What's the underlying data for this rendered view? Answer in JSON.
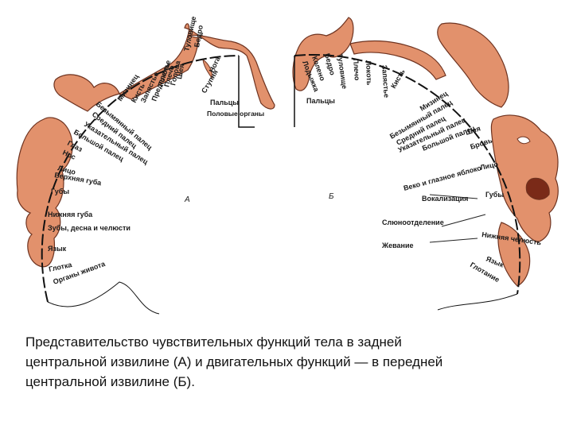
{
  "left_hemisphere": {
    "letter": "А",
    "labels": [
      "Бедро",
      "Туловище",
      "Шея",
      "Голова",
      "Плечо",
      "Локоть",
      "Предплечье",
      "Запястье",
      "Кисть",
      "Мизинец",
      "Безымянный палец",
      "Средний палец",
      "Указательный палец",
      "Большой палец",
      "Глаз",
      "Нос",
      "Лицо",
      "Верхняя губа",
      "Губы",
      "Нижняя губа",
      "Зубы, десна и челюсти",
      "Язык",
      "Глотка",
      "Органы живота",
      "Нога",
      "Ступня",
      "Пальцы",
      "Половые органы"
    ]
  },
  "right_hemisphere": {
    "letter": "Б",
    "labels": [
      "Колено",
      "Бедро",
      "Туловище",
      "Плечо",
      "Локоть",
      "Запястье",
      "Кисть",
      "Лодыжка",
      "Пальцы",
      "Мизинец",
      "Безымянный палец",
      "Средний палец",
      "Указательный палец",
      "Большой палец",
      "Шея",
      "Бровь",
      "Веко и глазное яблоко",
      "Лицо",
      "Губы",
      "Вокализация",
      "Слюноотделение",
      "Нижняя челюсть",
      "Жевание",
      "Язык",
      "Глотание"
    ]
  },
  "caption": [
    "Представительство чувствительных функций тела в задней",
    "центральной извилине (А) и двигательных функций — в передней",
    "центральной извилине (Б)."
  ],
  "colors": {
    "homunculus": "#e2916c",
    "outline": "#6e3320",
    "cortex": "#111111",
    "background": "#ffffff"
  }
}
